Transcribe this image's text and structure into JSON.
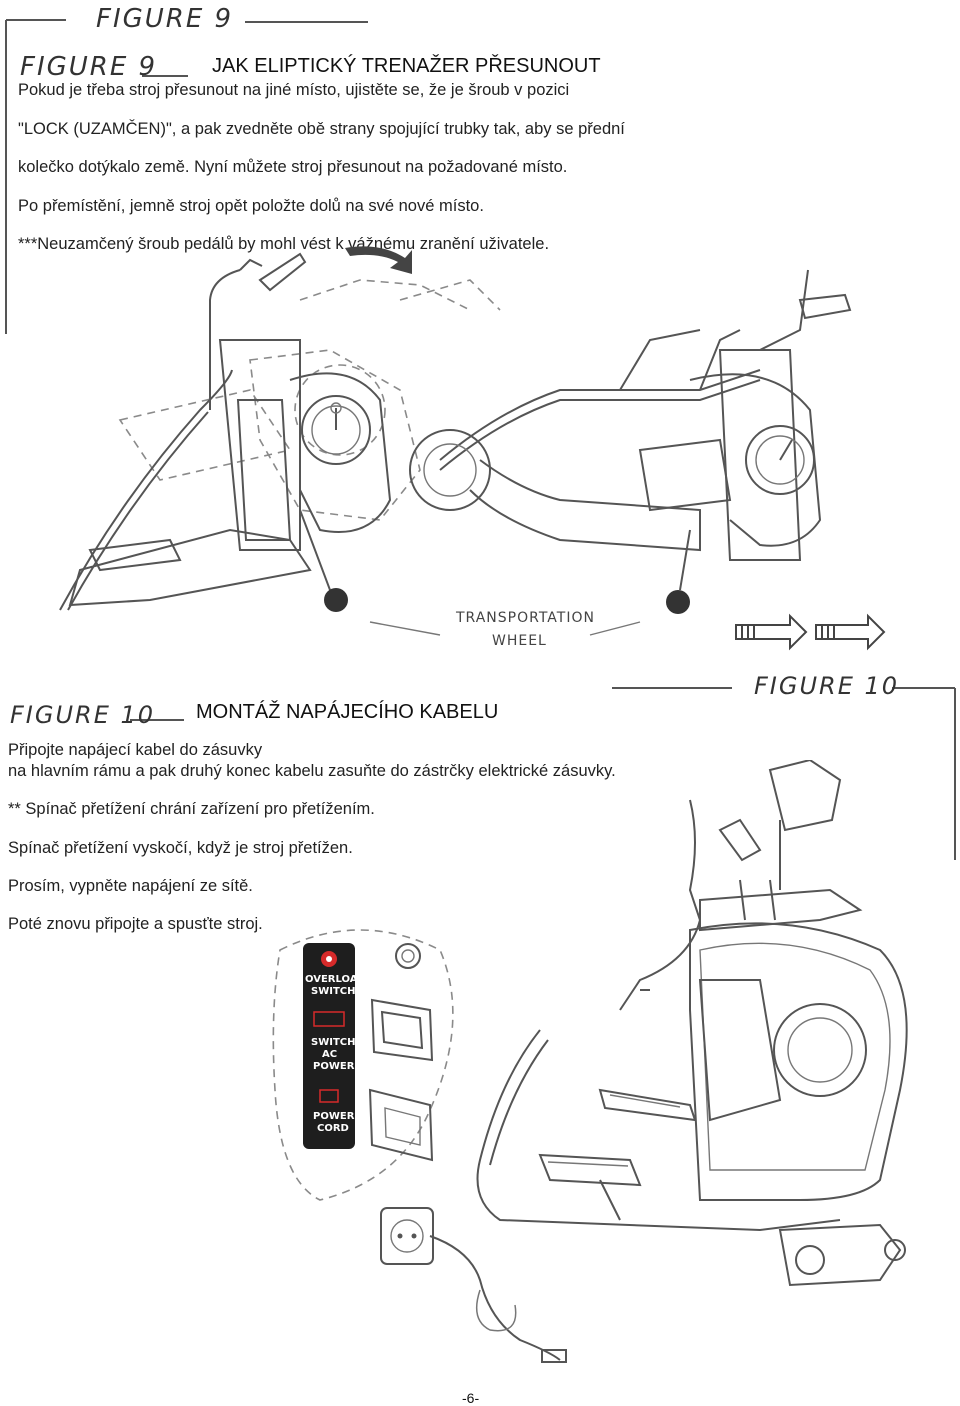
{
  "figure9": {
    "top_label": "FIGURE 9",
    "label": "FIGURE 9",
    "title": "JAK ELIPTICKÝ TRENAŽER PŘESUNOUT",
    "lines": [
      "Pokud je třeba stroj přesunout na jiné místo, ujistěte se, že je šroub v pozici",
      "\"LOCK (UZAMČEN)\", a pak zvedněte obě strany spojující trubky tak, aby se přední",
      "kolečko dotýkalo země. Nyní můžete stroj přesunout na požadované místo.",
      "Po přemístění, jemně stroj   opět položte dolů na své nové místo.",
      "***Neuzamčený šroub pedálů by mohl vést k vážnému zranění uživatele."
    ],
    "callout_line1": "TRANSPORTATION",
    "callout_line2": "WHEEL"
  },
  "figure10": {
    "label": "FIGURE 10",
    "label_right": "FIGURE 10",
    "title": "MONTÁŽ NAPÁJECÍHO KABELU",
    "lines": [
      "Připojte napájecí kabel do zásuvky",
      "na hlavním rámu a pak druhý konec kabelu zasuňte do zástrčky elektrické zásuvky.",
      "** Spínač přetížení chrání zařízení pro přetížením.",
      "Spínač přetížení vyskočí, když je stroj přetížen.",
      "Prosím, vypněte napájení ze sítě.",
      "Poté znovu připojte a spusťte stroj."
    ],
    "panel": {
      "overload_l1": "OVERLOAD",
      "overload_l2": "SWITCH",
      "switch_l1": "SWITCH",
      "switch_l2": "AC",
      "switch_l3": "POWER",
      "cord_l1": "POWER",
      "cord_l2": "CORD"
    }
  },
  "page_number": "-6-",
  "colors": {
    "text": "#111111",
    "line": "#555555",
    "panel": "#1e1e1e",
    "overload": "#d62a2a"
  }
}
